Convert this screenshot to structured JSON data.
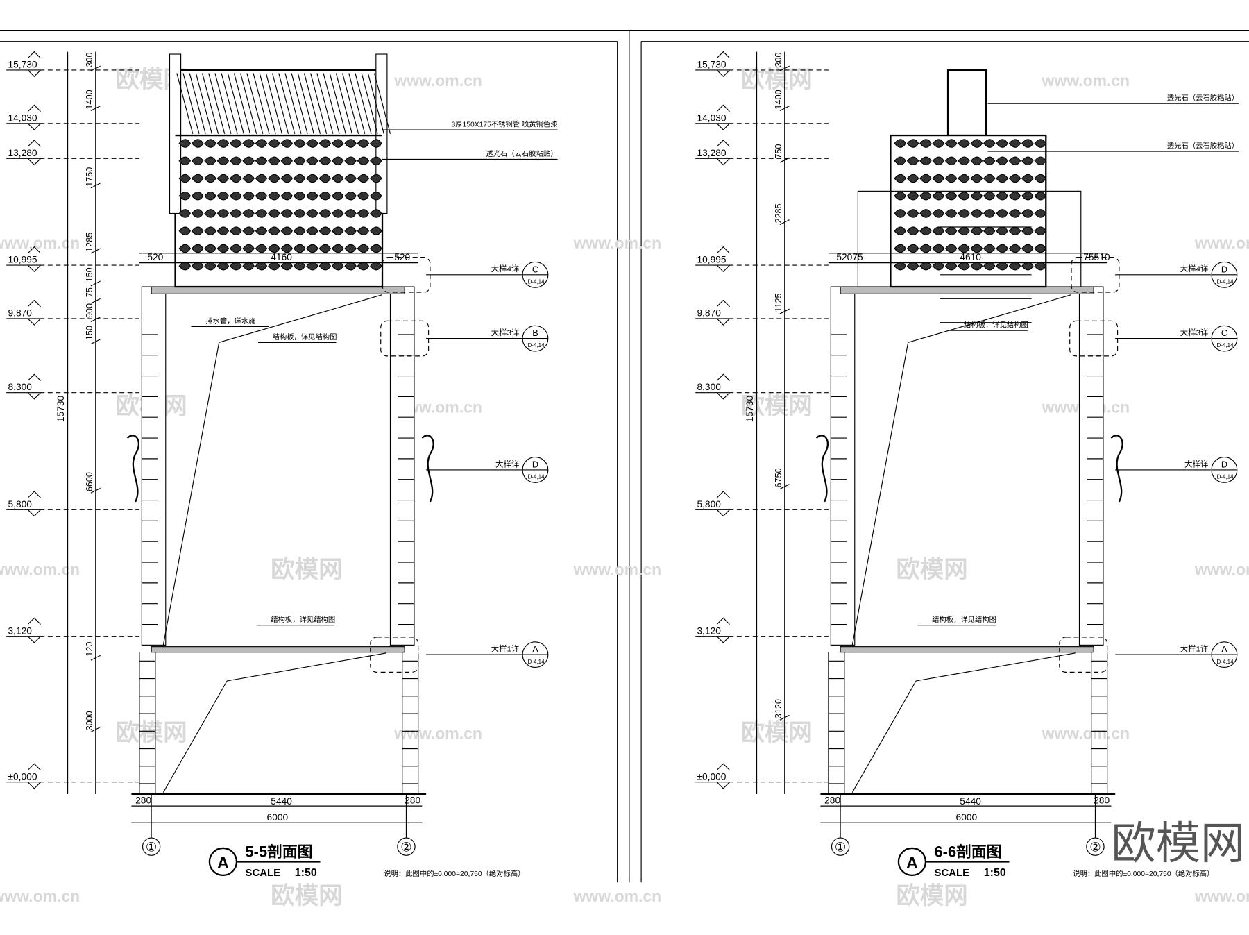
{
  "watermarks": {
    "site_cn": "欧模网",
    "site_url": "www.om.cn",
    "big_logo": "欧模网"
  },
  "sections": [
    {
      "id": "5-5",
      "title": "5-5剖面图",
      "title_marker": "A",
      "scale_label": "SCALE",
      "scale_value": "1:50",
      "note": "说明：此图中的±0,000=20,750（绝对标高）",
      "levels": [
        "15,730",
        "14,030",
        "13,280",
        "10,995",
        "9,870",
        "8,300",
        "5,800",
        "3,120",
        "±0,000"
      ],
      "vertical_dims": [
        "300",
        "1400",
        "1750",
        "1285",
        "150",
        "75",
        "900",
        "150",
        "6600",
        "120",
        "3000"
      ],
      "overall_height": "15730",
      "top_dims": [
        "520",
        "4160",
        "520"
      ],
      "bottom_dims": {
        "left": "280",
        "mid": "5440",
        "right": "280",
        "total": "6000"
      },
      "grid_axes": [
        "①",
        "②"
      ],
      "leader_notes": [
        "3厚150X175不锈钢管  喷黄铜色漆",
        "透光石（云石胶粘贴）",
        "排水管，详水施",
        "结构板，详见结构图",
        "结构板，详见结构图"
      ],
      "callouts": [
        {
          "label": "大样4详",
          "letter": "C",
          "sheet": "ID-4,14"
        },
        {
          "label": "大样3详",
          "letter": "B",
          "sheet": "ID-4,14"
        },
        {
          "label": "大样详",
          "letter": "D",
          "sheet": "ID-4,14"
        },
        {
          "label": "大样1详",
          "letter": "A",
          "sheet": "ID-4,14"
        }
      ]
    },
    {
      "id": "6-6",
      "title": "6-6剖面图",
      "title_marker": "A",
      "scale_label": "SCALE",
      "scale_value": "1:50",
      "note": "说明：此图中的±0,000=20,750（绝对标高）",
      "levels": [
        "15,730",
        "14,030",
        "13,280",
        "10,995",
        "9,870",
        "8,300",
        "5,800",
        "3,120",
        "±0,000"
      ],
      "vertical_dims": [
        "300",
        "1400",
        "750",
        "2285",
        "1125",
        "6750",
        "3120"
      ],
      "overall_height": "15730",
      "top_dims": [
        "52075",
        "4610",
        "75510"
      ],
      "bottom_dims": {
        "left": "280",
        "mid": "5440",
        "right": "280",
        "total": "6000"
      },
      "grid_axes": [
        "①",
        "②"
      ],
      "leader_notes": [
        "透光石（云石胶粘贴）",
        "透光石（云石胶粘贴）",
        "结构板，详见结构图",
        "结构板，详见结构图"
      ],
      "callouts": [
        {
          "label": "大样4详",
          "letter": "D",
          "sheet": "ID-4,14"
        },
        {
          "label": "大样3详",
          "letter": "C",
          "sheet": "ID-4,14"
        },
        {
          "label": "大样详",
          "letter": "D",
          "sheet": "ID-4,14"
        },
        {
          "label": "大样1详",
          "letter": "A",
          "sheet": "ID-4,14"
        }
      ]
    }
  ]
}
